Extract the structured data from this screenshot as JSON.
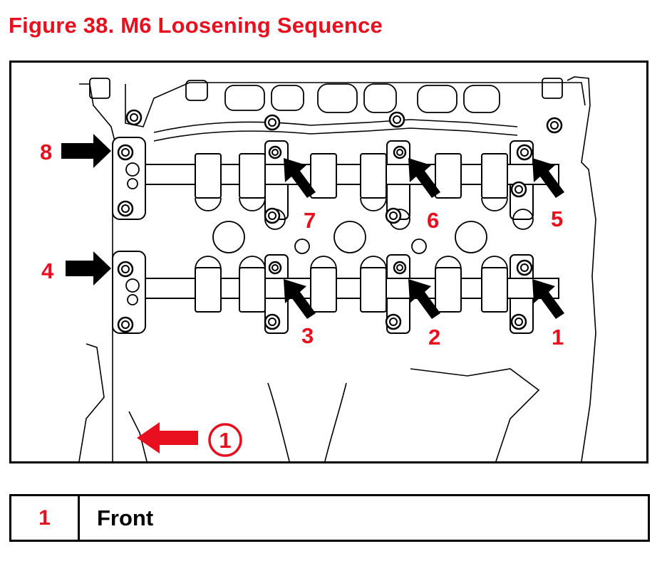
{
  "title": "Figure 38.  M6 Loosening Sequence",
  "colors": {
    "accent": "#e8101f",
    "line": "#000000"
  },
  "diagram": {
    "bolt_sequence": [
      "1",
      "2",
      "3",
      "4",
      "5",
      "6",
      "7",
      "8"
    ],
    "front_callout": "1"
  },
  "legend": [
    {
      "number": "1",
      "description": "Front"
    }
  ]
}
